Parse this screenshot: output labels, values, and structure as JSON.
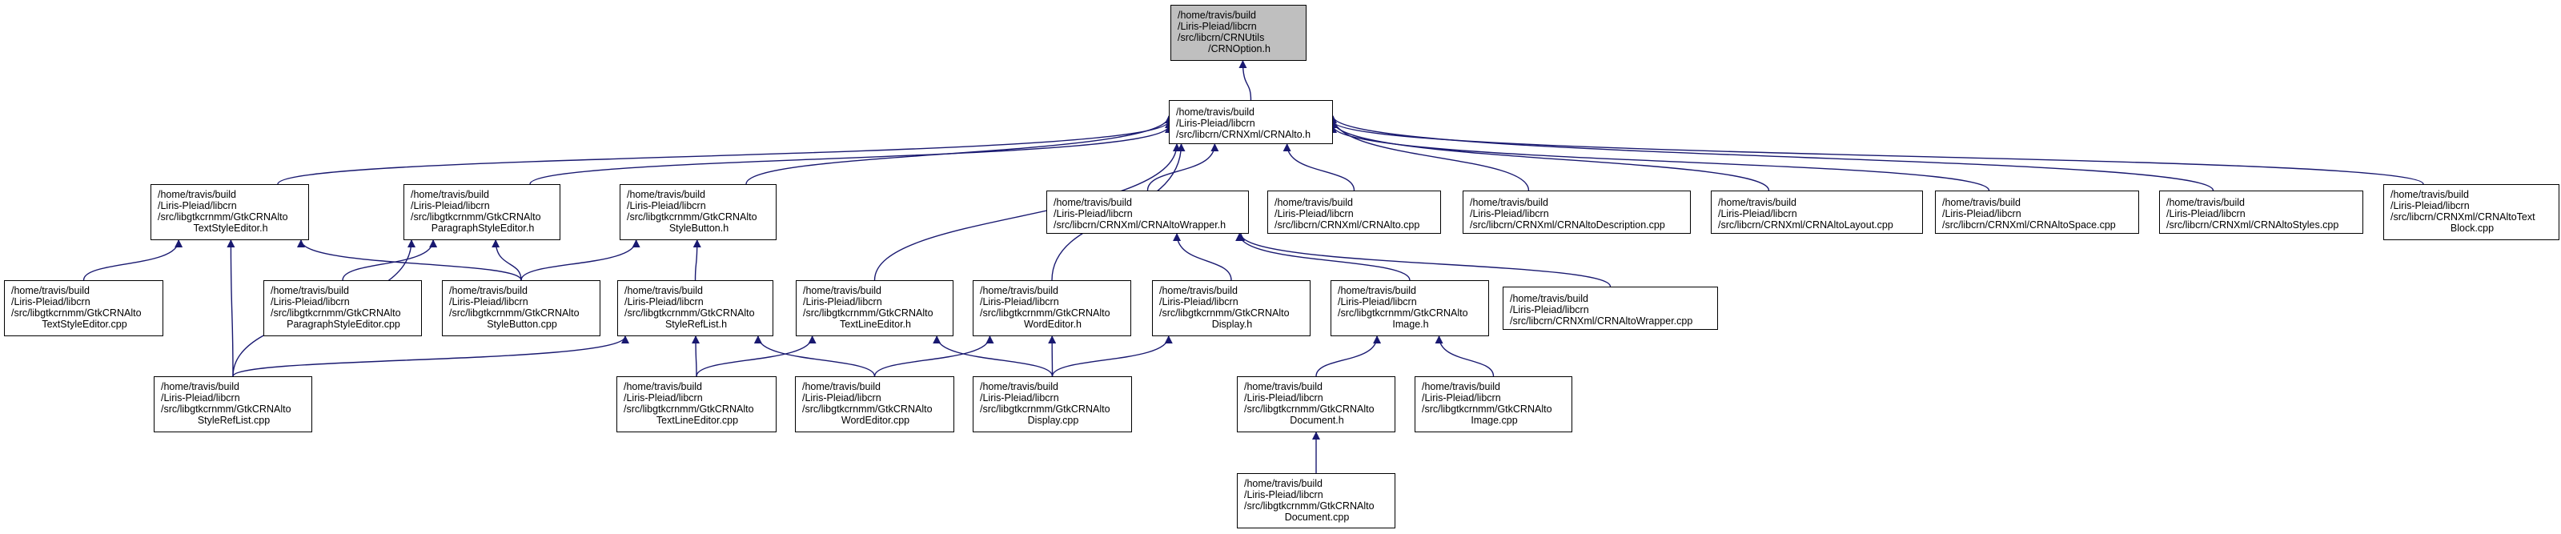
{
  "graph": {
    "title": "Include dependency graph for CRNOption.h",
    "edge_color": "#191970",
    "root_fill": "#bfbfbf",
    "nodes": [
      {
        "id": "crnoption_h",
        "lines": [
          "/home/travis/build",
          "/Liris-Pleiad/libcrn",
          "/src/libcrn/CRNUtils",
          "/CRNOption.h"
        ],
        "root": true
      },
      {
        "id": "crnalto_h",
        "lines": [
          "/home/travis/build",
          "/Liris-Pleiad/libcrn",
          "/src/libcrn/CRNXml/CRNAlto.h"
        ]
      },
      {
        "id": "textstyleeditor_h",
        "lines": [
          "/home/travis/build",
          "/Liris-Pleiad/libcrn",
          "/src/libgtkcrnmm/GtkCRNAlto",
          "TextStyleEditor.h"
        ]
      },
      {
        "id": "paragraphstyleeditor_h",
        "lines": [
          "/home/travis/build",
          "/Liris-Pleiad/libcrn",
          "/src/libgtkcrnmm/GtkCRNAlto",
          "ParagraphStyleEditor.h"
        ]
      },
      {
        "id": "stylebutton_h",
        "lines": [
          "/home/travis/build",
          "/Liris-Pleiad/libcrn",
          "/src/libgtkcrnmm/GtkCRNAlto",
          "StyleButton.h"
        ]
      },
      {
        "id": "crnaltowrapper_h",
        "lines": [
          "/home/travis/build",
          "/Liris-Pleiad/libcrn",
          "/src/libcrn/CRNXml/CRNAltoWrapper.h"
        ]
      },
      {
        "id": "crnalto_cpp",
        "lines": [
          "/home/travis/build",
          "/Liris-Pleiad/libcrn",
          "/src/libcrn/CRNXml/CRNAlto.cpp"
        ]
      },
      {
        "id": "crnaltodescription_cpp",
        "lines": [
          "/home/travis/build",
          "/Liris-Pleiad/libcrn",
          "/src/libcrn/CRNXml/CRNAltoDescription.cpp"
        ]
      },
      {
        "id": "crnaltolayout_cpp",
        "lines": [
          "/home/travis/build",
          "/Liris-Pleiad/libcrn",
          "/src/libcrn/CRNXml/CRNAltoLayout.cpp"
        ]
      },
      {
        "id": "crnaltospace_cpp",
        "lines": [
          "/home/travis/build",
          "/Liris-Pleiad/libcrn",
          "/src/libcrn/CRNXml/CRNAltoSpace.cpp"
        ]
      },
      {
        "id": "crnaltostyles_cpp",
        "lines": [
          "/home/travis/build",
          "/Liris-Pleiad/libcrn",
          "/src/libcrn/CRNXml/CRNAltoStyles.cpp"
        ]
      },
      {
        "id": "crnaltotextblock_cpp",
        "lines": [
          "/home/travis/build",
          "/Liris-Pleiad/libcrn",
          "/src/libcrn/CRNXml/CRNAltoText",
          "Block.cpp"
        ]
      },
      {
        "id": "textstyleeditor_cpp",
        "lines": [
          "/home/travis/build",
          "/Liris-Pleiad/libcrn",
          "/src/libgtkcrnmm/GtkCRNAlto",
          "TextStyleEditor.cpp"
        ]
      },
      {
        "id": "paragraphstyleeditor_cpp",
        "lines": [
          "/home/travis/build",
          "/Liris-Pleiad/libcrn",
          "/src/libgtkcrnmm/GtkCRNAlto",
          "ParagraphStyleEditor.cpp"
        ]
      },
      {
        "id": "stylebutton_cpp",
        "lines": [
          "/home/travis/build",
          "/Liris-Pleiad/libcrn",
          "/src/libgtkcrnmm/GtkCRNAlto",
          "StyleButton.cpp"
        ]
      },
      {
        "id": "stylereflist_h",
        "lines": [
          "/home/travis/build",
          "/Liris-Pleiad/libcrn",
          "/src/libgtkcrnmm/GtkCRNAlto",
          "StyleRefList.h"
        ]
      },
      {
        "id": "textlineeditor_h",
        "lines": [
          "/home/travis/build",
          "/Liris-Pleiad/libcrn",
          "/src/libgtkcrnmm/GtkCRNAlto",
          "TextLineEditor.h"
        ]
      },
      {
        "id": "wordeditor_h",
        "lines": [
          "/home/travis/build",
          "/Liris-Pleiad/libcrn",
          "/src/libgtkcrnmm/GtkCRNAlto",
          "WordEditor.h"
        ]
      },
      {
        "id": "display_h",
        "lines": [
          "/home/travis/build",
          "/Liris-Pleiad/libcrn",
          "/src/libgtkcrnmm/GtkCRNAlto",
          "Display.h"
        ]
      },
      {
        "id": "image_h",
        "lines": [
          "/home/travis/build",
          "/Liris-Pleiad/libcrn",
          "/src/libgtkcrnmm/GtkCRNAlto",
          "Image.h"
        ]
      },
      {
        "id": "crnaltowrapper_cpp",
        "lines": [
          "/home/travis/build",
          "/Liris-Pleiad/libcrn",
          "/src/libcrn/CRNXml/CRNAltoWrapper.cpp"
        ]
      },
      {
        "id": "stylereflist_cpp",
        "lines": [
          "/home/travis/build",
          "/Liris-Pleiad/libcrn",
          "/src/libgtkcrnmm/GtkCRNAlto",
          "StyleRefList.cpp"
        ]
      },
      {
        "id": "textlineeditor_cpp",
        "lines": [
          "/home/travis/build",
          "/Liris-Pleiad/libcrn",
          "/src/libgtkcrnmm/GtkCRNAlto",
          "TextLineEditor.cpp"
        ]
      },
      {
        "id": "wordeditor_cpp",
        "lines": [
          "/home/travis/build",
          "/Liris-Pleiad/libcrn",
          "/src/libgtkcrnmm/GtkCRNAlto",
          "WordEditor.cpp"
        ]
      },
      {
        "id": "display_cpp",
        "lines": [
          "/home/travis/build",
          "/Liris-Pleiad/libcrn",
          "/src/libgtkcrnmm/GtkCRNAlto",
          "Display.cpp"
        ]
      },
      {
        "id": "document_h",
        "lines": [
          "/home/travis/build",
          "/Liris-Pleiad/libcrn",
          "/src/libgtkcrnmm/GtkCRNAlto",
          "Document.h"
        ]
      },
      {
        "id": "image_cpp",
        "lines": [
          "/home/travis/build",
          "/Liris-Pleiad/libcrn",
          "/src/libgtkcrnmm/GtkCRNAlto",
          "Image.cpp"
        ]
      },
      {
        "id": "document_cpp",
        "lines": [
          "/home/travis/build",
          "/Liris-Pleiad/libcrn",
          "/src/libgtkcrnmm/GtkCRNAlto",
          "Document.cpp"
        ]
      }
    ],
    "edges": [
      {
        "from": "crnalto_h",
        "to": "crnoption_h"
      },
      {
        "from": "textstyleeditor_h",
        "to": "crnalto_h"
      },
      {
        "from": "paragraphstyleeditor_h",
        "to": "crnalto_h"
      },
      {
        "from": "stylebutton_h",
        "to": "crnalto_h"
      },
      {
        "from": "crnaltowrapper_h",
        "to": "crnalto_h"
      },
      {
        "from": "crnalto_cpp",
        "to": "crnalto_h"
      },
      {
        "from": "crnaltodescription_cpp",
        "to": "crnalto_h"
      },
      {
        "from": "crnaltolayout_cpp",
        "to": "crnalto_h"
      },
      {
        "from": "crnaltospace_cpp",
        "to": "crnalto_h"
      },
      {
        "from": "crnaltostyles_cpp",
        "to": "crnalto_h"
      },
      {
        "from": "crnaltotextblock_cpp",
        "to": "crnalto_h"
      },
      {
        "from": "textlineeditor_h",
        "to": "crnalto_h"
      },
      {
        "from": "wordeditor_h",
        "to": "crnalto_h"
      },
      {
        "from": "textstyleeditor_cpp",
        "to": "textstyleeditor_h"
      },
      {
        "from": "stylereflist_cpp",
        "to": "textstyleeditor_h"
      },
      {
        "from": "stylebutton_cpp",
        "to": "textstyleeditor_h"
      },
      {
        "from": "paragraphstyleeditor_cpp",
        "to": "paragraphstyleeditor_h"
      },
      {
        "from": "stylebutton_cpp",
        "to": "paragraphstyleeditor_h"
      },
      {
        "from": "stylereflist_cpp",
        "to": "paragraphstyleeditor_h"
      },
      {
        "from": "stylebutton_cpp",
        "to": "stylebutton_h"
      },
      {
        "from": "stylereflist_h",
        "to": "stylebutton_h"
      },
      {
        "from": "stylereflist_cpp",
        "to": "stylereflist_h"
      },
      {
        "from": "textlineeditor_cpp",
        "to": "stylereflist_h"
      },
      {
        "from": "wordeditor_cpp",
        "to": "stylereflist_h"
      },
      {
        "from": "textlineeditor_cpp",
        "to": "textlineeditor_h"
      },
      {
        "from": "display_cpp",
        "to": "textlineeditor_h"
      },
      {
        "from": "wordeditor_cpp",
        "to": "wordeditor_h"
      },
      {
        "from": "display_cpp",
        "to": "wordeditor_h"
      },
      {
        "from": "display_h",
        "to": "crnaltowrapper_h"
      },
      {
        "from": "image_h",
        "to": "crnaltowrapper_h"
      },
      {
        "from": "crnaltowrapper_cpp",
        "to": "crnaltowrapper_h"
      },
      {
        "from": "display_cpp",
        "to": "display_h"
      },
      {
        "from": "document_h",
        "to": "image_h"
      },
      {
        "from": "image_cpp",
        "to": "image_h"
      },
      {
        "from": "document_cpp",
        "to": "document_h"
      }
    ]
  }
}
